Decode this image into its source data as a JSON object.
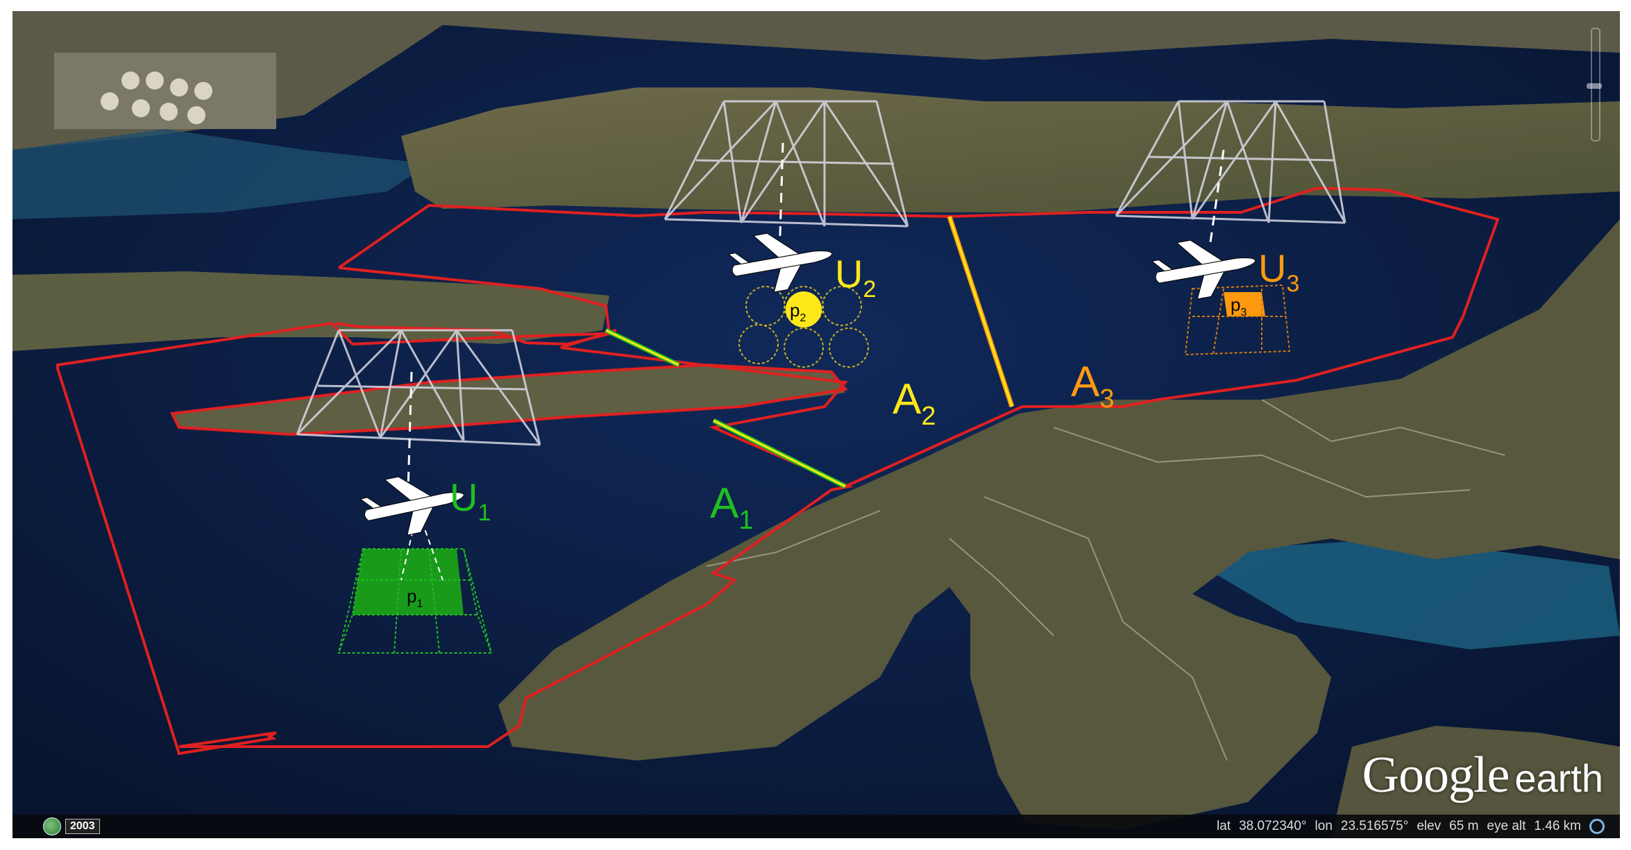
{
  "map": {
    "uav_labels": [
      {
        "id": "u1",
        "letter": "U",
        "sub": "1",
        "color": "#1fbf1f"
      },
      {
        "id": "u2",
        "letter": "U",
        "sub": "2",
        "color": "#ffe81a"
      },
      {
        "id": "u3",
        "letter": "U",
        "sub": "3",
        "color": "#ff9a10"
      }
    ],
    "area_labels": [
      {
        "id": "a1",
        "letter": "A",
        "sub": "1",
        "color": "#1fbf1f"
      },
      {
        "id": "a2",
        "letter": "A",
        "sub": "2",
        "color": "#ffe81a"
      },
      {
        "id": "a3",
        "letter": "A",
        "sub": "3",
        "color": "#ff9a10"
      }
    ],
    "cell_labels": [
      {
        "id": "p1",
        "letter": "p",
        "sub": "1"
      },
      {
        "id": "p2",
        "letter": "p",
        "sub": "2"
      },
      {
        "id": "p3",
        "letter": "p",
        "sub": "3"
      }
    ],
    "boundary_color": "#e02020",
    "sea_color": "#0d1a33"
  },
  "statusbar": {
    "year": "2003",
    "lat_label": "lat",
    "lat_value": "38.072340°",
    "lon_label": "lon",
    "lon_value": "23.516575°",
    "elev_label": "elev",
    "elev_value": "65 m",
    "eyealt_label": "eye alt",
    "eyealt_value": "1.46 km"
  },
  "logo": {
    "google": "Google",
    "earth": "earth"
  }
}
